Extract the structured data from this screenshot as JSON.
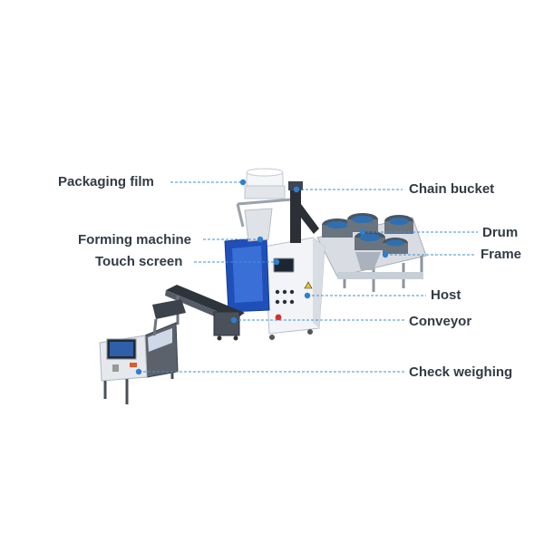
{
  "colors": {
    "leader_line": "#3f8fd6",
    "dot": "#2f7fd0",
    "label_text": "#333a44",
    "machine_blue": "#1f4fb8",
    "machine_white": "#eef1f5",
    "machine_dark": "#3b4049"
  },
  "labels": {
    "packaging_film": "Packaging film",
    "forming_machine": "Forming machine",
    "touch_screen": "Touch screen",
    "chain_bucket": "Chain bucket",
    "drum": "Drum",
    "frame": "Frame",
    "host": "Host",
    "conveyor": "Conveyor",
    "check_weighing": "Check weighing"
  }
}
